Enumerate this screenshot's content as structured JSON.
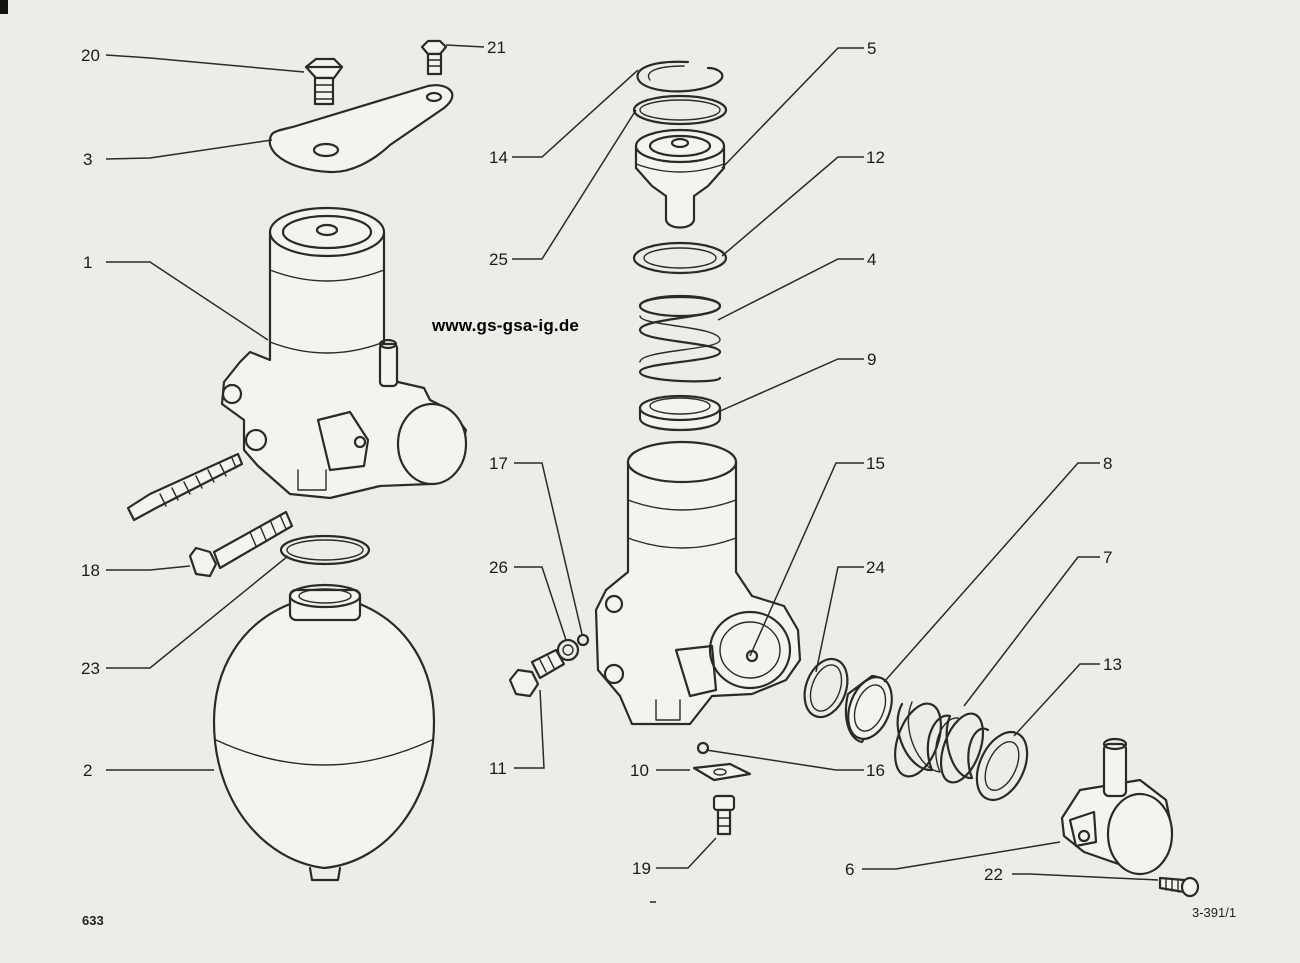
{
  "website": "www.gs-gsa-ig.de",
  "page_number": "633",
  "figure_number": "3-391/1",
  "callouts": {
    "c20": "20",
    "c21": "21",
    "c3": "3",
    "c1": "1",
    "c18": "18",
    "c23": "23",
    "c2": "2",
    "c14": "14",
    "c25": "25",
    "c17": "17",
    "c26": "26",
    "c11": "11",
    "c10": "10",
    "c19": "19",
    "c5": "5",
    "c12": "12",
    "c4": "4",
    "c9": "9",
    "c15": "15",
    "c8": "8",
    "c24": "24",
    "c7": "7",
    "c13": "13",
    "c16": "16",
    "c6": "6",
    "c22": "22"
  }
}
